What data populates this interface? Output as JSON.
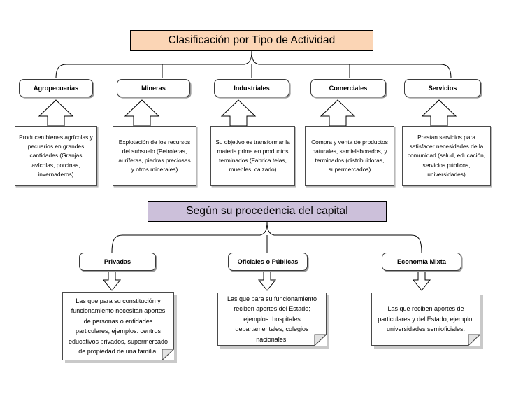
{
  "diagram": {
    "sections": [
      {
        "id": "activity",
        "title": "Clasificación por Tipo de Actividad",
        "title_color": "#FBD5B5",
        "nodes": [
          {
            "label": "Agropecuarias",
            "description": "Producen bienes agrícolas y pecuarios en grandes cantidades (Granjas avícolas, porcinas, invernaderos)"
          },
          {
            "label": "Mineras",
            "description": "Explotación de los recursos del subsuelo (Petroleras, auríferas, piedras preciosas y otros minerales)"
          },
          {
            "label": "Industriales",
            "description": "Su objetivo es transformar la materia prima en productos terminados (Fabrica telas, muebles, calzado)"
          },
          {
            "label": "Comerciales",
            "description": "Compra y venta de productos naturales, semielaborados, y terminados (distribuidoras, supermercados)"
          },
          {
            "label": "Servicios",
            "description": "Prestan servicios para satisfacer necesidades de la comunidad (salud, educación, servicios públicos, universidades)"
          }
        ]
      },
      {
        "id": "capital",
        "title": "Según su procedencia del capital",
        "title_color": "#CCC0DA",
        "nodes": [
          {
            "label": "Privadas",
            "description": "Las que para su constitución y funcionamiento necesitan aportes de personas o entidades particulares; ejemplos: centros educativos privados, supermercado de propiedad de una familia."
          },
          {
            "label": "Oficiales o Públicas",
            "description": "Las que para su funcionamiento reciben aportes del Estado; ejemplos: hospitales departamentales, colegios nacionales."
          },
          {
            "label": "Economía Mixta",
            "description": "Las que reciben aportes de particulares y del Estado; ejemplo: universidades semioficiales."
          }
        ]
      }
    ],
    "connectors": {
      "brace_icon": "curly-brace-connector",
      "arrow_up_icon": "block-arrow-up-icon",
      "arrow_down_icon": "block-arrow-down-icon"
    }
  }
}
